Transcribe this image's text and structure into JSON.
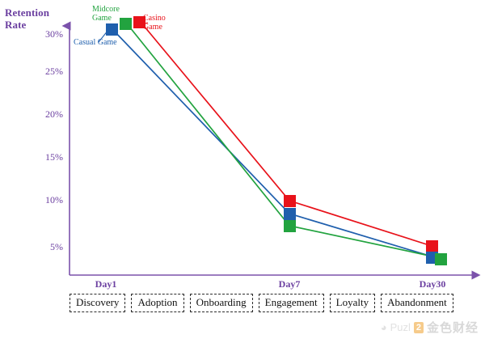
{
  "chart_data": {
    "type": "line",
    "title": "Retention Rate",
    "ylabel": "Retention Rate",
    "xlabel": "",
    "x": [
      "Day1",
      "Day7",
      "Day30"
    ],
    "categories": [
      "Day1",
      "Day7",
      "Day30"
    ],
    "ytick_labels": [
      "30%",
      "25%",
      "20%",
      "15%",
      "10%",
      "5%"
    ],
    "ytick_values": [
      30,
      25,
      20,
      15,
      10,
      5
    ],
    "ylim": [
      0,
      32
    ],
    "grid": false,
    "legend_position": "inline-annotations",
    "series": [
      {
        "name": "Casual Game",
        "color": "#1F5FAD",
        "values": [
          29.3,
          8.7,
          4.3
        ],
        "marker": "square"
      },
      {
        "name": "Midcore Game",
        "color": "#22A33F",
        "values": [
          30.0,
          7.3,
          4.1
        ],
        "marker": "square"
      },
      {
        "name": "Casino Game",
        "color": "#E8121A",
        "values": [
          30.2,
          10.1,
          5.4
        ],
        "marker": "square"
      }
    ],
    "annotations": [
      {
        "text": "Casual Game",
        "series": "Casual Game",
        "color": "#1F5FAD"
      },
      {
        "text": "Midcore Game",
        "series": "Midcore Game",
        "color": "#22A33F"
      },
      {
        "text": "Casino Game",
        "series": "Casino Game",
        "color": "#E8121A"
      }
    ],
    "stages": [
      "Discovery",
      "Adoption",
      "Onboarding",
      "Engagement",
      "Loyalty",
      "Abandonment"
    ]
  },
  "axis": {
    "title_line1": "Retention",
    "title_line2": "Rate",
    "color": "#7B52AB"
  },
  "ticks": {
    "y": [
      "30%",
      "25%",
      "20%",
      "15%",
      "10%",
      "5%"
    ],
    "x": [
      "Day1",
      "Day7",
      "Day30"
    ]
  },
  "stages": {
    "items": [
      "Discovery",
      "Adoption",
      "Onboarding",
      "Engagement",
      "Loyalty",
      "Abandonment"
    ]
  },
  "annotations": {
    "casual": "Casual Game",
    "midcore": "Midcore Game",
    "casino": "Casino Game"
  },
  "watermark": {
    "ghost": "Puzl",
    "tile": "2",
    "cn": "金色财经"
  },
  "colors": {
    "casual": "#1F5FAD",
    "midcore": "#22A33F",
    "casino": "#E8121A",
    "axis": "#7B52AB"
  }
}
